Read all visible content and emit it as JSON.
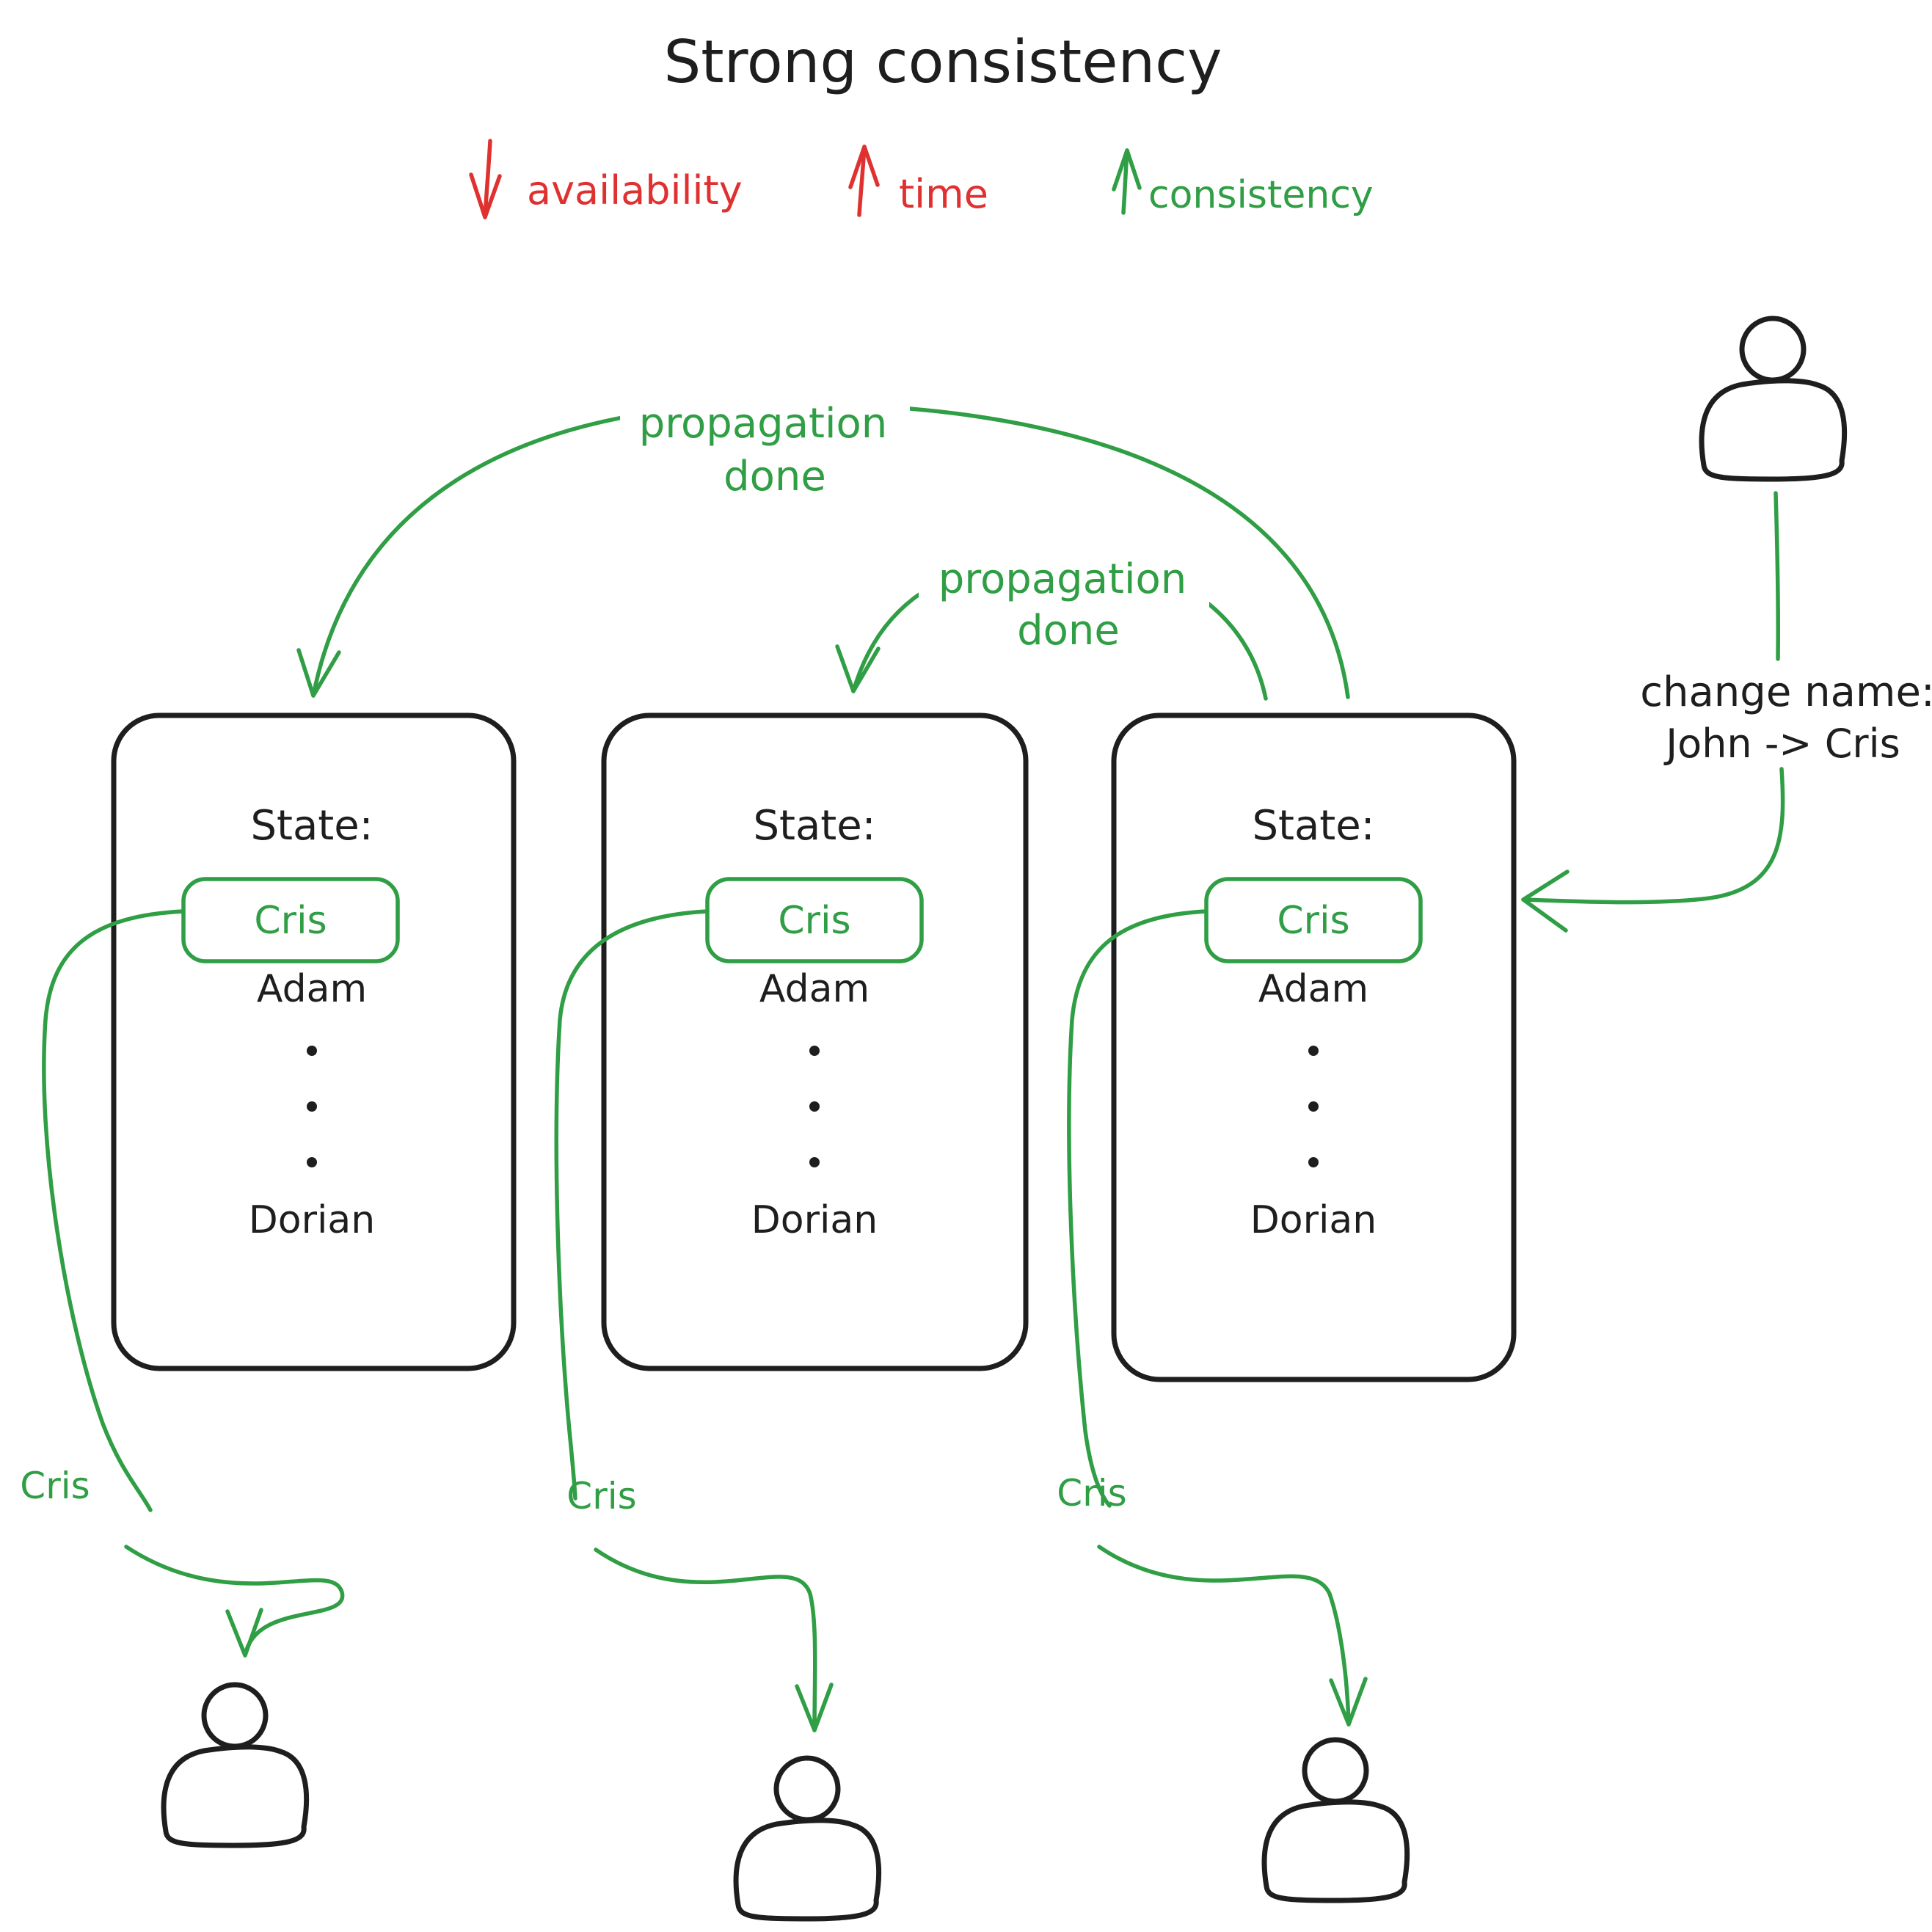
{
  "title": "Strong consistency",
  "colors": {
    "green": "#2f9e44",
    "red": "#e03131",
    "ink": "#1e1e1e",
    "background": "#ffffff"
  },
  "legend": {
    "availability": {
      "label": "availability",
      "direction": "down",
      "color": "#e03131"
    },
    "time": {
      "label": "time",
      "direction": "up",
      "color": "#e03131"
    },
    "consistency": {
      "label": "consistency",
      "direction": "up",
      "color": "#2f9e44"
    }
  },
  "actor": {
    "icon": "person-icon",
    "label_line1": "change name:",
    "label_line2": "John -> Cris"
  },
  "propagation_big": {
    "line1": "propagation",
    "line2": "done"
  },
  "propagation_small": {
    "line1": "propagation",
    "line2": "done"
  },
  "nodes": [
    {
      "state_label": "State:",
      "highlighted_entry": "Cris",
      "second_entry": "Adam",
      "ellipsis": "...",
      "last_entry": "Dorian",
      "read_value": "Cris"
    },
    {
      "state_label": "State:",
      "highlighted_entry": "Cris",
      "second_entry": "Adam",
      "ellipsis": "...",
      "last_entry": "Dorian",
      "read_value": "Cris"
    },
    {
      "state_label": "State:",
      "highlighted_entry": "Cris",
      "second_entry": "Adam",
      "ellipsis": "...",
      "last_entry": "Dorian",
      "read_value": "Cris"
    }
  ],
  "readers": {
    "icon": "person-icon",
    "count": 3
  }
}
